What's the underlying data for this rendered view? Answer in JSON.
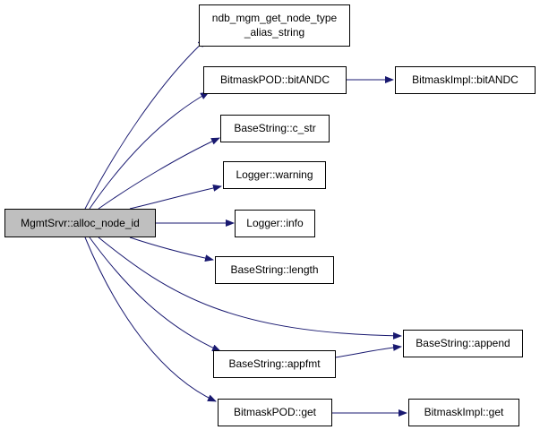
{
  "colors": {
    "edge": "#191970",
    "node_fill": "#ffffff",
    "root_fill": "#bfbfbf",
    "border": "#000000"
  },
  "nodes": {
    "root": "MgmtSrvr::alloc_node_id",
    "ndb_mgm_line1": "ndb_mgm_get_node_type",
    "ndb_mgm_line2": "_alias_string",
    "bitmaskpod_bitandc": "BitmaskPOD::bitANDC",
    "bitmaskimpl_bitandc": "BitmaskImpl::bitANDC",
    "basestring_c_str": "BaseString::c_str",
    "logger_warning": "Logger::warning",
    "logger_info": "Logger::info",
    "basestring_length": "BaseString::length",
    "basestring_append": "BaseString::append",
    "basestring_appfmt": "BaseString::appfmt",
    "bitmaskpod_get": "BitmaskPOD::get",
    "bitmaskimpl_get": "BitmaskImpl::get"
  }
}
